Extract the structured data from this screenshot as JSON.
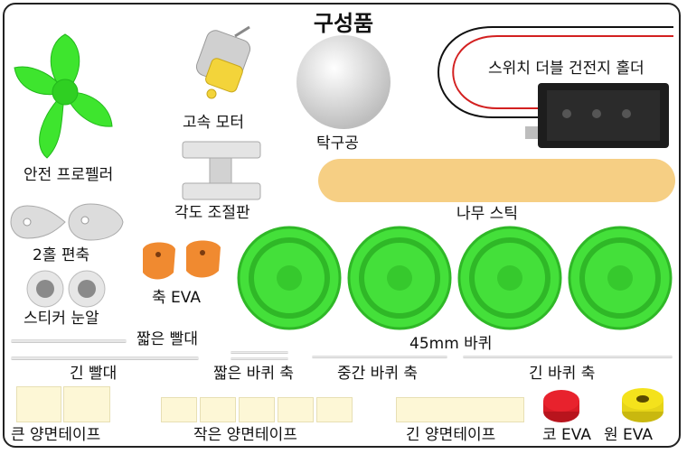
{
  "title": "구성품",
  "labels": {
    "propeller": "안전 프로펠러",
    "motor": "고속 모터",
    "ball": "탁구공",
    "battery": "스위치 더블 건전지 홀더",
    "angle": "각도 조절판",
    "stick": "나무 스틱",
    "cam": "2홀 편축",
    "eyes": "스티커 눈알",
    "axle_eva": "축 EVA",
    "wheel": "45mm 바퀴",
    "short_straw": "짧은 빨대",
    "long_straw": "긴 빨대",
    "short_axle": "짧은 바퀴 축",
    "mid_axle": "중간 바퀴 축",
    "long_axle": "긴 바퀴 축",
    "big_tape": "큰 양면테이프",
    "small_tape": "작은 양면테이프",
    "long_tape": "긴 양면테이프",
    "nose_eva": "코 EVA",
    "round_eva": "원 EVA"
  },
  "colors": {
    "propeller": "#3ee52e",
    "wheel": "#44e03a",
    "stick": "#f6cf84",
    "axle_eva": "#f08a30",
    "nose_eva": "#e8222d",
    "round_eva": "#f4e21c",
    "tape": "#fdf7d6"
  }
}
